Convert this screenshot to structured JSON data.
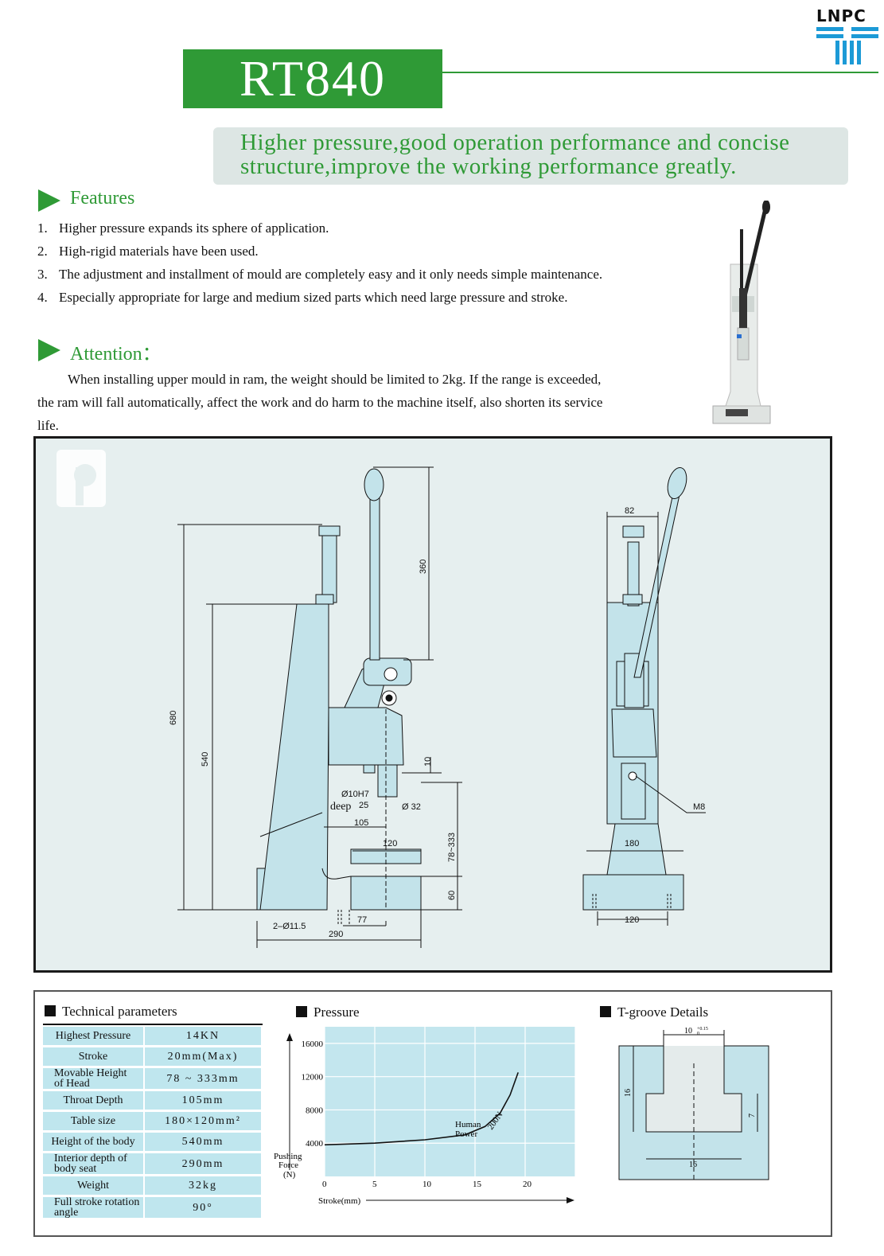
{
  "logo": {
    "text": "LNPC"
  },
  "model": "RT840",
  "tagline": "Higher pressure,good operation performance and concise structure,improve the working performance greatly.",
  "features": {
    "heading": "Features",
    "items": [
      {
        "num": "1.",
        "text": "Higher pressure expands its sphere of application."
      },
      {
        "num": "2.",
        "text": "High-rigid materials have been used."
      },
      {
        "num": "3.",
        "text": "The adjustment and installment of mould are completely easy and  it only needs simple maintenance."
      },
      {
        "num": "4.",
        "text": "Especially appropriate for large and medium sized parts which need large pressure and stroke."
      }
    ]
  },
  "attention": {
    "heading": "Attention：",
    "text": "When installing upper mould in ram, the weight should be limited to 2kg. If the range is exceeded, the ram will fall automatically, affect the work and do harm to the machine itself, also shorten its service life."
  },
  "drawing": {
    "dims": {
      "d680": "680",
      "d540": "540",
      "d360": "360",
      "d10": "10",
      "d10h7": "Ø10H7",
      "deep": "deep",
      "deep25": "25",
      "d32": "Ø 32",
      "d105": "105",
      "d120a": "120",
      "d78_333": "78~333",
      "d60": "60",
      "d2_11": "2–Ø11.5",
      "d77": "77",
      "d290": "290",
      "d82": "82",
      "m8": "M8",
      "d180": "180",
      "d120b": "120"
    }
  },
  "tech": {
    "heading": "Technical parameters",
    "rows": [
      {
        "k": "Highest Pressure",
        "v": "14KN"
      },
      {
        "k": "Stroke",
        "v": "20mm(Max)"
      },
      {
        "k1": "Movable Height",
        "k2": "of Head",
        "v": "78 ~ 333mm"
      },
      {
        "k": "Throat Depth",
        "v": "105mm"
      },
      {
        "k": "Table size",
        "v": "180×120mm²"
      },
      {
        "k": "Height of the body",
        "v": "540mm"
      },
      {
        "k1": "Interior depth of",
        "k2": "body seat",
        "v": "290mm"
      },
      {
        "k": "Weight",
        "v": "32kg"
      },
      {
        "k1": "Full stroke rotation",
        "k2": "angle",
        "v": "90°"
      }
    ]
  },
  "pressure": {
    "heading": "Pressure",
    "ylabel1": "Pushing",
    "ylabel2": "Force",
    "ylabel3": "(N)",
    "xlabel": "Stroke(mm)",
    "curve_label1": "Human",
    "curve_label2": "Power",
    "curve_label3": "200N"
  },
  "tgroove": {
    "heading": "T-groove Details",
    "top": "10",
    "tol": "+0.15",
    "tol0": "0",
    "h16": "16",
    "h7": "7",
    "w16": "16"
  },
  "chart_data": {
    "type": "line",
    "x": [
      0,
      5,
      10,
      14,
      16,
      17.5,
      18.5,
      19.3
    ],
    "series": [
      {
        "name": "Human Power 200N",
        "values": [
          3800,
          4000,
          4400,
          5000,
          6000,
          7600,
          9800,
          12500
        ]
      }
    ],
    "xticks": [
      0,
      5,
      10,
      15,
      20
    ],
    "yticks": [
      4000,
      8000,
      12000,
      16000
    ],
    "xlim": [
      0,
      25
    ],
    "ylim": [
      0,
      18000
    ],
    "xlabel": "Stroke(mm)",
    "ylabel": "Pushing Force (N)",
    "grid": true,
    "colors": {
      "plot_bg": "#c3e6ee",
      "grid": "#ffffff",
      "line": "#111111"
    }
  }
}
